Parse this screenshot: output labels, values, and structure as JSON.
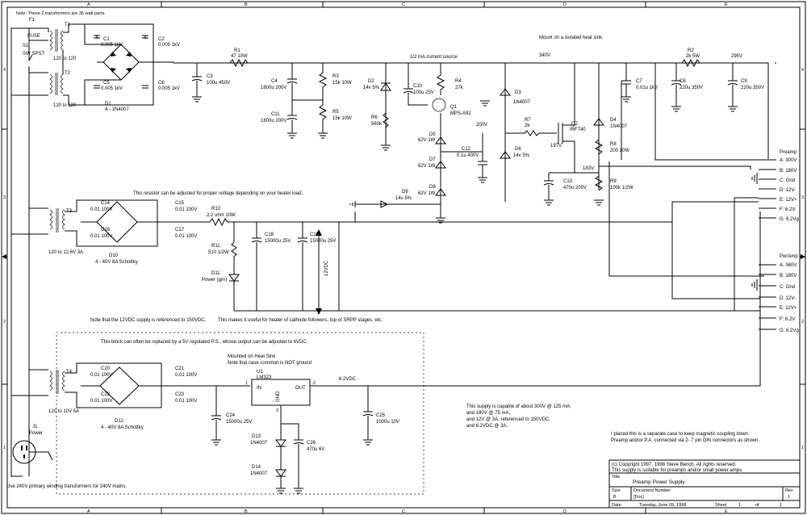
{
  "border": {
    "cols_top": [
      "A",
      "B",
      "C",
      "D",
      "E"
    ],
    "cols_bottom": [
      "A",
      "B",
      "C",
      "D",
      "E"
    ],
    "rows": [
      "4",
      "3",
      "2",
      "1"
    ]
  },
  "notes": {
    "transformers": "Note: These 2 transformers are 35 watt parts.",
    "heater": "This resistor can be adjusted for proper voltage depending on your heater load.",
    "ref12": "Note that the 12VDC supply is referenced to 150VDC.",
    "useful": "This makes it useful for heater of cathode followers, top of SRPP stages, etc.",
    "block": "This block can often be replaced by a 5V regulated P.S.,    whose output can be adjusted to 6VDC.",
    "mount_heatsink": "Mount on a isolated heat sink.",
    "current_source": "1/2 mA current source",
    "mounted1": "Mounted on Heat Sink",
    "mounted2": "Note that case common is NOT ground",
    "mains": "Use 240V primary winding transformers for 240V mains.",
    "capable": [
      "This supply is capable of about 300V @ 125 mA,",
      "and 180V @ 75 mA,",
      "and 12V @ 3A, referenced to 150VDC,",
      "and 6.2VDC @ 3A."
    ],
    "separate": [
      "I placed this is a separate case to keep magnetic coupling down.",
      "Preamp and/or P.A. connected via 2- 7 pin DIN connectors as shown."
    ]
  },
  "components": {
    "F1": "F1",
    "fuse": "FUSE",
    "S1": "S1",
    "S1v": "SW SPST",
    "T1": "T1",
    "T2": "T2",
    "T3": "T3",
    "T4": "T4",
    "t1v": "120 to 120",
    "t2v": "120 to 120",
    "t3v": "120 to 12.6V 3A",
    "t4v": "120 to 10V 5A",
    "C1": "C1",
    "C1v": "0.005 1kV",
    "C2": "C2",
    "C2v": "0.005 1kV",
    "C5": "C5",
    "C5v": "0.005 1kV",
    "C6": "C6",
    "C6v": "0.005 1kV",
    "D1": "D1",
    "D1v": "4 - 1N4007",
    "C3": "C3",
    "C3v": "100u 450V",
    "R1": "R1",
    "R1v": "47 10W",
    "C4": "C4",
    "C4v": "1800u 200V",
    "C11": "C11",
    "C11v": "1800u 200V",
    "R3": "R3",
    "R3v": "15k 10W",
    "R5": "R5",
    "R5v": "15k 10W",
    "D2": "D2",
    "D2v": "14v 5%",
    "C10": "C10",
    "C10v": "100u 25V",
    "R4": "R4",
    "R4v": "27k",
    "Q1": "Q1",
    "Q1v": "MPS-A92",
    "R6": "R6",
    "R6v": "560k",
    "D5": "D5",
    "D5v": "62V 1W",
    "D7": "D7",
    "D7v": "62V 1W",
    "D8": "D8",
    "D8v": "62V 1W",
    "C12": "C12",
    "C12v": "0.1u 400V",
    "v200": "200V",
    "D9": "D9",
    "D9v": "14v 5%",
    "D3": "D3",
    "D3v": "1N4007",
    "D6": "D6",
    "D6v": "14v 5%",
    "R7": "R7",
    "R7v": "2k",
    "Q2": "Q2",
    "Q2v": "IRF740",
    "v197": "197V",
    "v340": "340V",
    "D4": "D4",
    "D4v": "1N4007",
    "R8": "R8",
    "R8v": "200 10W",
    "v183": "183V",
    "C13": "C13",
    "C13v": "470u 200V",
    "R9": "R9",
    "R9v": "100k 1/2W",
    "R2": "R2",
    "R2v": "2k 5W",
    "v295": "295V",
    "C7": "C7",
    "C7v": "0.01u 1kV",
    "C8": "C8",
    "C8v": "220u 350V",
    "C9": "C9",
    "C9v": "220u 350V",
    "C14": "C14",
    "C14v": "0.01 100V",
    "C15": "C15",
    "C15v": "0.01 100V",
    "C16": "C16",
    "C16v": "0.01 100V",
    "C17": "C17",
    "C17v": "0.01 100V",
    "D10": "D10",
    "D10v": "4 - 40V 8A Schottky",
    "R10": "R10",
    "R10v": "2.2 ohm 10W",
    "R11": "R11",
    "R11v": "510 1/2W",
    "D11": "D11",
    "D11v": "Power (grn)",
    "C18": "C18",
    "C18v": "15000u 25V",
    "C19": "C19",
    "C19v": "15000u 25V",
    "v12": "12VDC",
    "C20": "C20",
    "C20v": "0.01 100V",
    "C21": "C21",
    "C21v": "0.01 100V",
    "C22": "C22",
    "C22v": "0.01 100V",
    "C23": "C23",
    "C23v": "0.01 100V",
    "D12": "D12",
    "D12v": "4 - 40V 8A Schottky",
    "U1": "U1",
    "U1v": "LM323",
    "IN": "IN",
    "OUT": "OUT",
    "GND": "GND",
    "v62": "6.2VDC",
    "C24": "C24",
    "C24v": "15000u 25V",
    "C25": "C25",
    "C25v": "1000u 10V",
    "D13": "D13",
    "D13v": "1N4007",
    "D14": "D14",
    "D14v": "1N4007",
    "C26": "C26",
    "C26v": "470u 6V",
    "J1": "J1",
    "J1v": "Power",
    "pin1": "1",
    "pin2": "2",
    "pin3": "3"
  },
  "connectors": {
    "preamp": {
      "title": "Preamp",
      "pins": [
        "A: 300V",
        "B: 180V",
        "C: Gnd",
        "D: 12V-",
        "E: 12V+",
        "F: 6.2V",
        "G: 6.2Vg"
      ]
    },
    "poweramp": {
      "title": "PwrAmp",
      "pins": [
        "A: 340V",
        "B: 180V",
        "C: Gnd",
        "D: 12V-",
        "E: 12V+",
        "F: 6.2V",
        "G: 6.2Vg"
      ]
    }
  },
  "titleblock": {
    "copyright1": "(c) Copyright 1997, 1998 Steve Bench. All rights reserved.",
    "copyright2": "This supply is suitable for preamps and/or small power amps.",
    "title_label": "Title",
    "title": "Preamp Power Supply",
    "size_label": "Size",
    "size": "B",
    "docnum_label": "Document Number",
    "docnum": "[Doc]",
    "rev_label": "Rev",
    "rev": "1",
    "date_label": "Date:",
    "date": "Tuesday, June 09, 1998",
    "sheet_label": "Sheet",
    "sheet": "1",
    "of_label": "of",
    "of": "1"
  }
}
